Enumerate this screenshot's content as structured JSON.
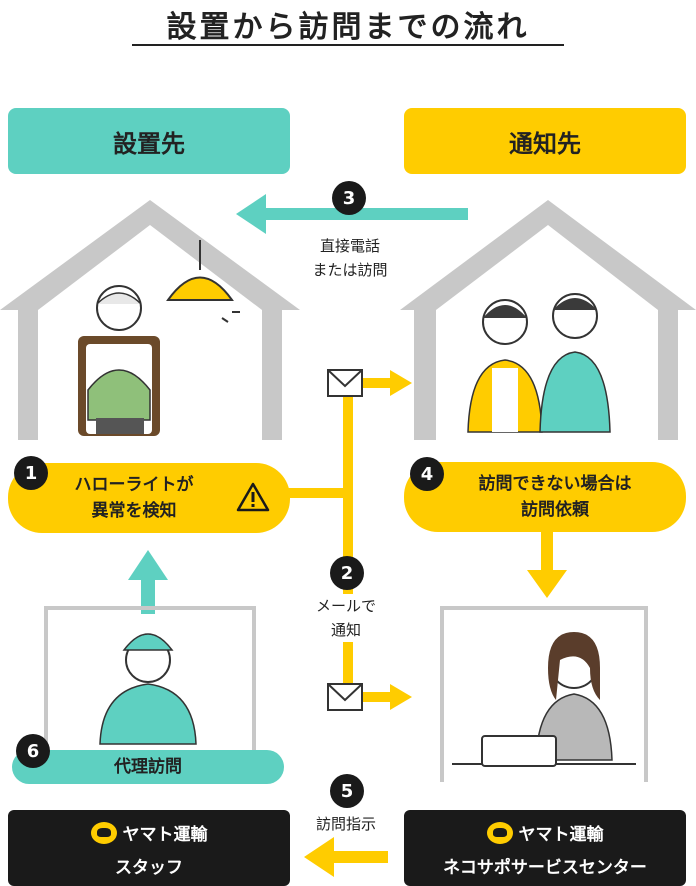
{
  "title": "設置から訪問までの流れ",
  "colors": {
    "teal": "#5ed0c1",
    "yellow": "#ffcc00",
    "black": "#1a1a1a",
    "gray": "#c8c8c8"
  },
  "boxes": {
    "install_site": "設置先",
    "notify_target": "通知先"
  },
  "steps": {
    "s1": {
      "number": "1",
      "label": "ハローライトが\n異常を検知",
      "icon": "warning-icon"
    },
    "s2": {
      "number": "2",
      "label": "メールで\n通知",
      "icon": "mail-icon"
    },
    "s3": {
      "number": "3",
      "label": "直接電話\nまたは訪問"
    },
    "s4": {
      "number": "4",
      "label": "訪問できない場合は\n訪問依頼"
    },
    "s5": {
      "number": "5",
      "label": "訪問指示"
    },
    "s6": {
      "number": "6",
      "label": "代理訪問"
    }
  },
  "yamato": {
    "brand": "ヤマト運輸",
    "staff": "スタッフ",
    "center": "ネコサポサービスセンター",
    "logo_icon": "black-cat-icon"
  }
}
